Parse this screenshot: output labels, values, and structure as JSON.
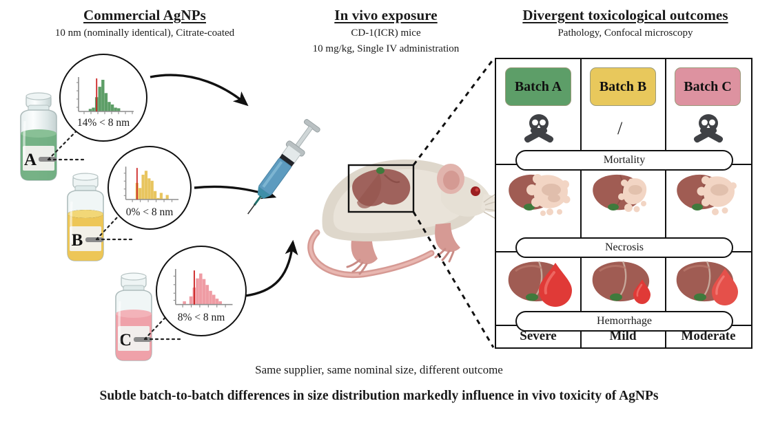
{
  "sections": {
    "left": {
      "title": "Commercial AgNPs",
      "subtitle": "10 nm (nominally identical), Citrate-coated"
    },
    "middle": {
      "title": "In vivo exposure",
      "subtitle_1": "CD-1(ICR) mice",
      "subtitle_2": "10 mg/kg, Single IV administration"
    },
    "right": {
      "title": "Divergent toxicological outcomes",
      "subtitle": "Pathology, Confocal microscopy"
    }
  },
  "bottles": [
    {
      "label": "A",
      "liquid_color": "#6aab7c",
      "name": "bottle-a"
    },
    {
      "label": "B",
      "liquid_color": "#edc24a",
      "name": "bottle-b"
    },
    {
      "label": "C",
      "liquid_color": "#ef9aa2",
      "name": "bottle-c"
    }
  ],
  "histograms": [
    {
      "batch": "A",
      "caption": "14% < 8 nm",
      "bar_color": "#5d9e67",
      "marker_color": "#cc2222",
      "marker_index": 5,
      "values": [
        0,
        0,
        0,
        0.08,
        0.12,
        0.45,
        0.78,
        1.0,
        0.58,
        0.3,
        0.22,
        0.12,
        0.1,
        0,
        0,
        0,
        0
      ]
    },
    {
      "batch": "B",
      "caption": "0% < 8 nm",
      "bar_color": "#e8c55f",
      "marker_color": "#cc2222",
      "marker_index": 3,
      "values": [
        0,
        0,
        0,
        0.55,
        0.38,
        0.82,
        0.95,
        0.7,
        0.62,
        0.28,
        0.05,
        0.22,
        0.03,
        0.15,
        0,
        0,
        0
      ]
    },
    {
      "batch": "C",
      "caption": "8% < 8 nm",
      "bar_color": "#ef9ca4",
      "marker_color": "#cc2222",
      "marker_index": 5,
      "values": [
        0,
        0,
        0.1,
        0,
        0.25,
        0.52,
        0.8,
        0.95,
        0.78,
        0.6,
        0.42,
        0.3,
        0.18,
        0.1,
        0,
        0,
        0
      ]
    }
  ],
  "results_panel": {
    "columns": [
      {
        "badge": "Batch A",
        "badge_color": "#5d9e68",
        "verdict": "Severe"
      },
      {
        "badge": "Batch B",
        "badge_color": "#e8c85c",
        "verdict": "Mild"
      },
      {
        "badge": "Batch C",
        "badge_color": "#dd92a0",
        "verdict": "Moderate"
      }
    ],
    "rows": [
      {
        "pill_label": "Mortality",
        "cells": [
          {
            "icon": "skull-and-crossbones-icon",
            "value": "skull"
          },
          {
            "icon": "slash-icon",
            "value": "/"
          },
          {
            "icon": "skull-and-crossbones-icon",
            "value": "skull"
          }
        ]
      },
      {
        "pill_label": "Necrosis",
        "cells": [
          {
            "icon": "liver-necrosis-icon",
            "severity": "severe"
          },
          {
            "icon": "liver-necrosis-icon",
            "severity": "mild"
          },
          {
            "icon": "liver-necrosis-icon",
            "severity": "moderate"
          }
        ]
      },
      {
        "pill_label": "Hemorrhage",
        "cells": [
          {
            "icon": "liver-blood-drop-icon",
            "severity": "severe"
          },
          {
            "icon": "liver-blood-drop-icon",
            "severity": "mild"
          },
          {
            "icon": "liver-blood-drop-icon",
            "severity": "moderate"
          }
        ]
      }
    ]
  },
  "captions": {
    "sub": "Same supplier, same nominal size, different outcome",
    "main": "Subtle batch-to-batch differences in size distribution markedly influence in vivo toxicity of AgNPs"
  },
  "colors": {
    "ink": "#111111",
    "liver": "#a05c53",
    "liver_dark": "#8f4f47",
    "necrosis": "#f2d5c4",
    "blood": "#e03a37",
    "mouse_body": "#ded7cb",
    "mouse_skin": "#d69a94",
    "syringe_liquid": "#5d9bbf"
  }
}
